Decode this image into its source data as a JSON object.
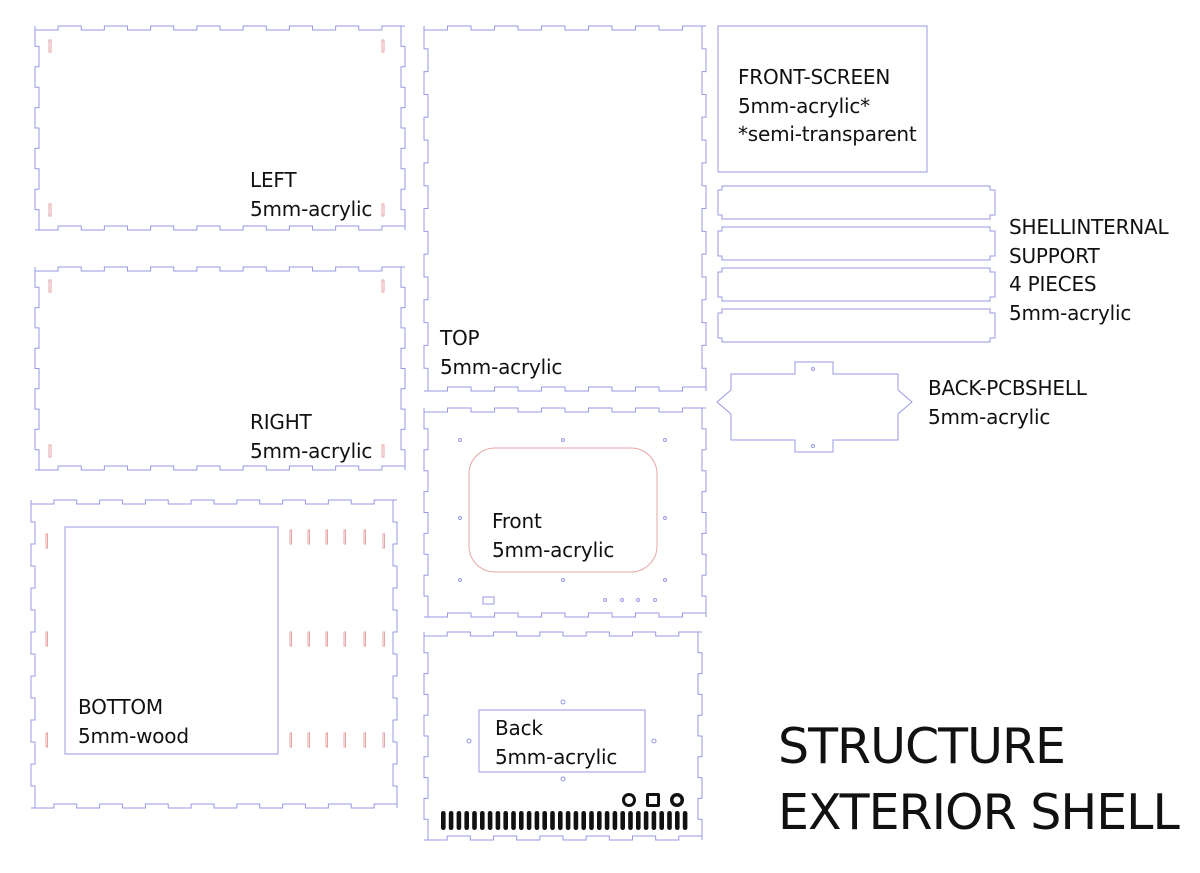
{
  "title": {
    "line1": "STRUCTURE",
    "line2": "EXTERIOR SHELL"
  },
  "colors": {
    "outline": "#9999e6",
    "detail": "#e6a6a6",
    "engrave": "#111111",
    "text": "#111111"
  },
  "pieces": {
    "left": {
      "name": "LEFT",
      "material": "5mm-acrylic"
    },
    "right": {
      "name": "RIGHT",
      "material": "5mm-acrylic"
    },
    "bottom": {
      "name": "BOTTOM",
      "material": "5mm-wood"
    },
    "top": {
      "name": "TOP",
      "material": "5mm-acrylic"
    },
    "front": {
      "name": "Front",
      "material": "5mm-acrylic"
    },
    "back": {
      "name": "Back",
      "material": "5mm-acrylic"
    },
    "front_screen": {
      "name": "FRONT-SCREEN",
      "material": "5mm-acrylic*",
      "note": "*semi-transparent"
    },
    "shell_internal": {
      "name": "SHELLINTERNAL",
      "name2": "SUPPORT",
      "count": "4 PIECES",
      "material": "5mm-acrylic"
    },
    "back_pcb": {
      "name": "BACK-PCBSHELL",
      "material": "5mm-acrylic"
    }
  }
}
